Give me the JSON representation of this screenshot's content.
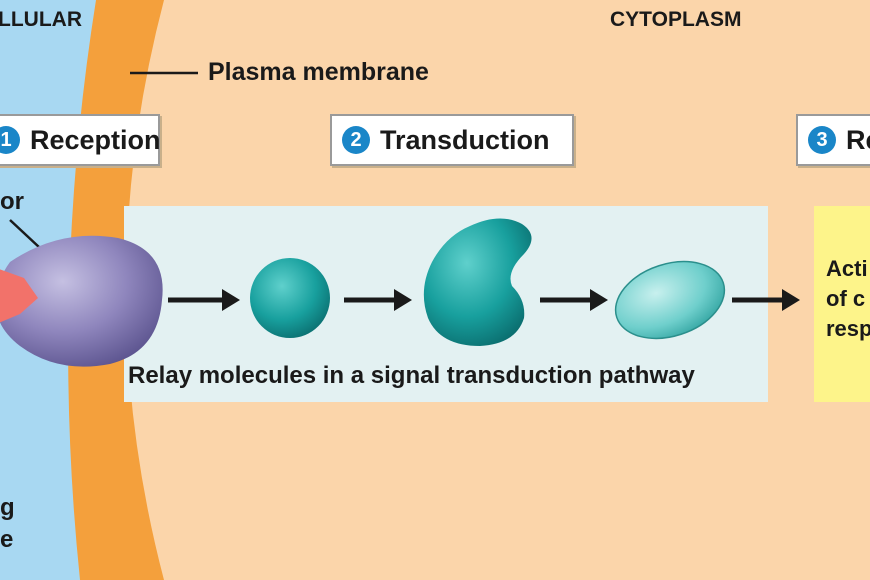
{
  "labels": {
    "extracellular": "LLULAR",
    "cytoplasm": "CYTOPLASM",
    "plasma_membrane": "Plasma membrane",
    "receptor_fragment": "or",
    "signal_line1": "g",
    "signal_line2": "e",
    "relay": "Relay molecules in a signal transduction pathway"
  },
  "steps": [
    {
      "number": "1",
      "label": "Reception"
    },
    {
      "number": "2",
      "label": "Transduction"
    },
    {
      "number": "3",
      "label": "Re"
    }
  ],
  "response": {
    "line1": "Acti",
    "line2": "of c",
    "line3": "resp"
  },
  "colors": {
    "extracellular": "#a8d8f2",
    "membrane": "#f4a03c",
    "cytoplasm": "#fbd5aa",
    "pathway_panel": "#e3f1f2",
    "receptor": "#8f86bd",
    "signal": "#f2726a",
    "relay": "#1aa3a3",
    "response_box": "#fdf48a",
    "step_number": "#1a86c8"
  }
}
